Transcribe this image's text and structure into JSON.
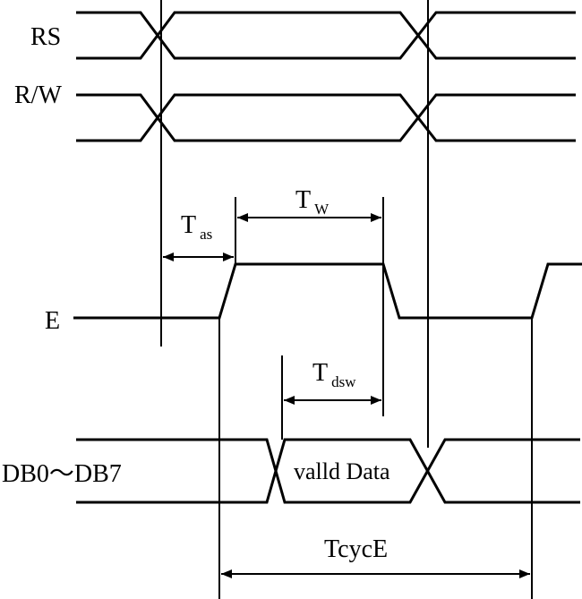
{
  "signals": {
    "rs": "RS",
    "rw": "R/W",
    "e": "E",
    "db": "DB0～DB7"
  },
  "timing": {
    "tw_main": "T",
    "tw_sub": "W",
    "tas_main": "T",
    "tas_sub": "as",
    "tdsw_main": "T",
    "tdsw_sub": "dsw",
    "tcyce": "TcycE"
  },
  "data_label": "valld Data"
}
